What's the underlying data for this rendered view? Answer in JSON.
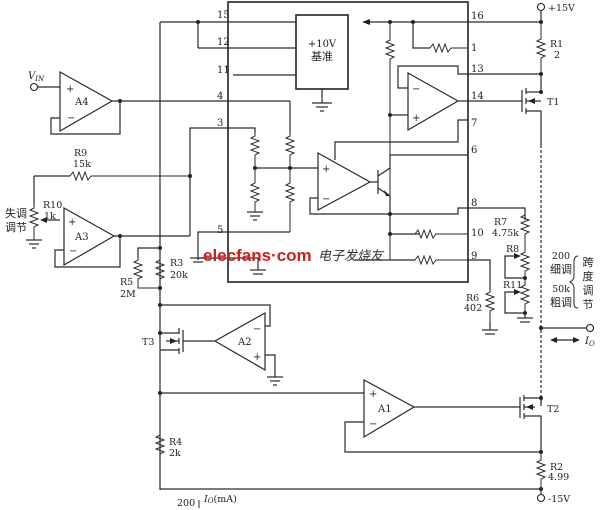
{
  "diagram": {
    "title": "Voltage-to-current converter circuit (XTR110 based)",
    "ic": {
      "reference_block": {
        "line1": "+10V",
        "line2": "基准"
      },
      "pins": [
        "15",
        "12",
        "11",
        "4",
        "3",
        "5",
        "16",
        "1",
        "13",
        "14",
        "7",
        "6",
        "8",
        "10",
        "9"
      ]
    },
    "input": {
      "label": "V_IN",
      "label_main": "V",
      "label_sub": "IN"
    },
    "op_amps": [
      "A4",
      "A3",
      "A2",
      "A1"
    ],
    "components": {
      "R1": {
        "name": "R1",
        "value": "2"
      },
      "R2": {
        "name": "R2",
        "value": "4.99"
      },
      "R3": {
        "name": "R3",
        "value": "20k"
      },
      "R4": {
        "name": "R4",
        "value": "2k"
      },
      "R5": {
        "name": "R5",
        "value": "2M"
      },
      "R6": {
        "name": "R6",
        "value": "402"
      },
      "R7": {
        "name": "R7",
        "value": "4.75k"
      },
      "R8": {
        "name": "R8"
      },
      "R9": {
        "name": "R9",
        "value": "15k"
      },
      "R10": {
        "name": "R10",
        "value": "1k"
      },
      "R11": {
        "name": "R11"
      }
    },
    "transistors": [
      "T1",
      "T2",
      "T3"
    ],
    "supplies": {
      "positive": "+15V",
      "negative": "-15V"
    },
    "output": {
      "label": "I_O",
      "label_main": "I",
      "label_sub": "O"
    },
    "labels": {
      "offset_adjust_line1": "失调",
      "offset_adjust_line2": "调节",
      "fine_value": "200",
      "fine_label": "细调",
      "coarse_value": "50k",
      "coarse_label": "粗调",
      "span_adjust": [
        "跨",
        "度",
        "调",
        "节"
      ],
      "bottom_note_value": "200",
      "bottom_note_label": "I",
      "bottom_note_sub": "O",
      "bottom_note_unit": "(mA)"
    },
    "watermark": {
      "site": "elecfans·com",
      "cn": "电子发烧友"
    }
  }
}
